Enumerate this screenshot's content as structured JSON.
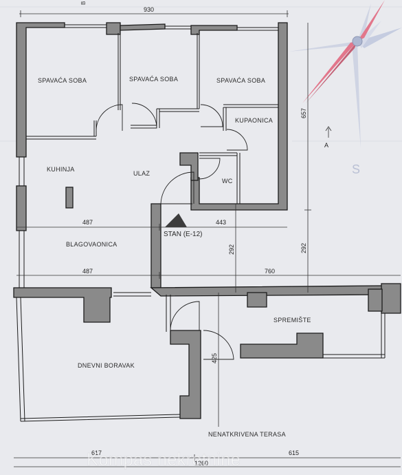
{
  "rooms": {
    "bedroom_1": "SPAVAĆA SOBA",
    "bedroom_2": "SPAVAĆA SOBA",
    "bedroom_3": "SPAVAĆA SOBA",
    "bathroom": "KUPAONICA",
    "kitchen": "KUHINJA",
    "entrance": "ULAZ",
    "wc": "WC",
    "dining": "BLAGOVAONICA",
    "living": "DNEVNI BORAVAK",
    "storage": "SPREMIŠTE",
    "terrace": "NENATKRIVENA TERASA"
  },
  "unit_label": "STAN (E-12)",
  "section_marker": "A",
  "compass_letter": "S",
  "partial_top_letter": "B",
  "dimensions": {
    "top_width": "930",
    "upper_left_width": "487",
    "upper_right_width": "443",
    "lower_left_width": "487",
    "lower_right_width": "760",
    "right_height_upper": "657",
    "mid_height_a": "292",
    "mid_height_b": "292",
    "terrace_height": "425",
    "bottom_left": "617",
    "bottom_right": "615",
    "bottom_total": "1260"
  },
  "watermark": "Kompas nekretnine",
  "colors": {
    "paper": "#e9eaee",
    "wall_fill": "#8a8a8a",
    "compass_red": "#e0506a",
    "compass_blue": "#9aa6c8"
  }
}
